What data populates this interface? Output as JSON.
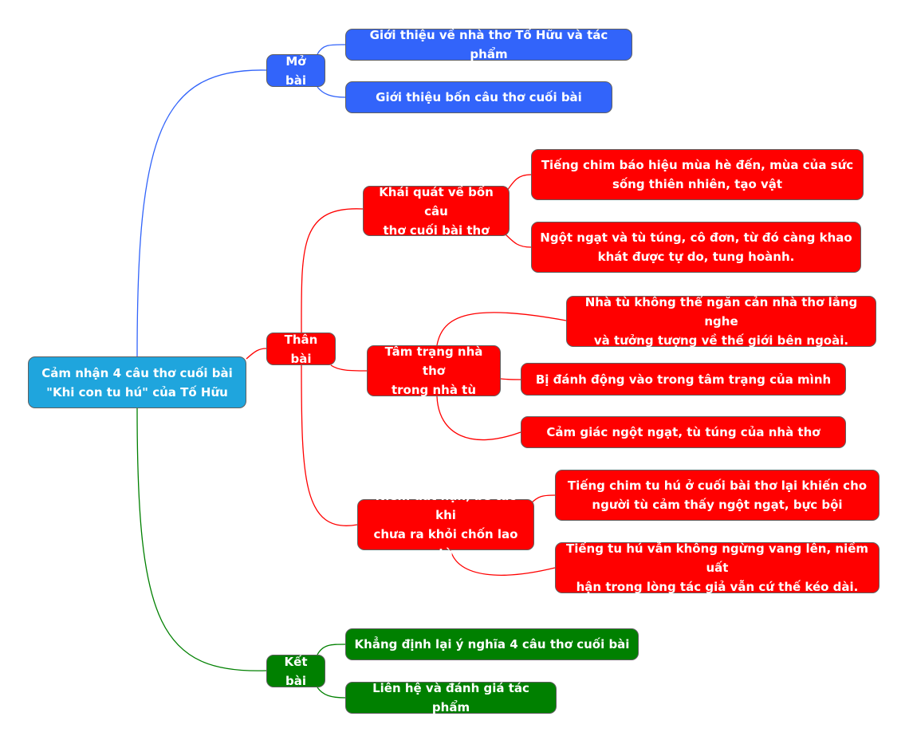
{
  "colors": {
    "root": "#1fa5dd",
    "intro": "#3264fa",
    "body": "#ff0000",
    "conclusion": "#008000"
  },
  "root": {
    "line1": "Cảm nhận 4 câu thơ cuối bài",
    "line2": "\"Khi con tu hú\" của Tố Hữu"
  },
  "intro": {
    "label": "Mở bài",
    "items": [
      "Giới thiệu về nhà thơ Tố Hữu và tác phẩm",
      "Giới thiệu bốn câu thơ cuối bài"
    ]
  },
  "body": {
    "label": "Thân bài",
    "topics": [
      {
        "line1": "Khái quát về bốn câu",
        "line2": "thơ cuối bài thơ",
        "details": [
          {
            "line1": "Tiếng chim báo hiệu mùa hè đến, mùa của sức",
            "line2": "sống thiên nhiên, tạo vật"
          },
          {
            "line1": "Ngột ngạt và tù túng, cô đơn, từ đó càng khao",
            "line2": "khát được tự do, tung hoành."
          }
        ]
      },
      {
        "line1": "Tâm trạng nhà thơ",
        "line2": "trong nhà tù",
        "details": [
          {
            "line1": "Nhà tù không thể ngăn cản nhà thơ lắng nghe",
            "line2": "và tưởng tượng về thế giới bên ngoài."
          },
          {
            "line1": "Bị đánh động vào trong tâm trạng của mình"
          },
          {
            "line1": "Cảm giác ngột ngạt, tù túng của nhà thơ"
          }
        ]
      },
      {
        "line1": "Niềm uất hận, bế tắc khi",
        "line2": "chưa ra khỏi chốn lao tù",
        "details": [
          {
            "line1": "Tiếng chim tu hú ở cuối bài thơ lại khiến cho",
            "line2": "người tù cảm thấy ngột ngạt, bực bội"
          },
          {
            "line1": "Tiếng tu hú vẫn không ngừng vang lên, niềm uất",
            "line2": "hận trong lòng tác giả vẫn cứ thế kéo dài."
          }
        ]
      }
    ]
  },
  "conclusion": {
    "label": "Kết bài",
    "items": [
      "Khẳng định lại ý nghĩa 4 câu thơ cuối bài",
      "Liên hệ và đánh giá tác phẩm"
    ]
  }
}
